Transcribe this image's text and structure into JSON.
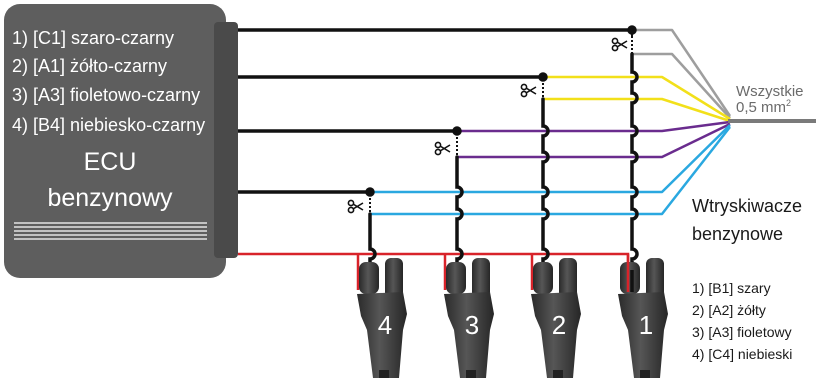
{
  "ecu": {
    "wire_list": [
      "1) [C1] szaro-czarny",
      "2) [A1] żółto-czarny",
      "3) [A3] fioletowo-czarny",
      "4) [B4] niebiesko-czarny"
    ],
    "title_line1": "ECU",
    "title_line2": "benzynowy"
  },
  "bundle": {
    "label_line1": "Wszystkie",
    "label_line2": "0,5 mm",
    "label_sup": "2"
  },
  "injectors": {
    "title_line1": "Wtryskiwacze",
    "title_line2": "benzynowe",
    "numbers": [
      "4",
      "3",
      "2",
      "1"
    ],
    "wire_list": [
      "1) [B1] szary",
      "2) [A2] żółty",
      "3) [A3] fioletowy",
      "4) [C4] niebieski"
    ]
  },
  "colors": {
    "ecu_body": "#5e5e5e",
    "ecu_connector": "#4a4a4a",
    "grey_wire": "#9e9e9e",
    "yellow_wire": "#f2e01a",
    "purple_wire": "#6a2c8e",
    "blue_wire": "#2aa8e0",
    "red_wire": "#d8232a",
    "black_wire": "#111111",
    "injector": "#3a3a3a"
  },
  "icons": {
    "cut_mark": "scissors-icon"
  }
}
